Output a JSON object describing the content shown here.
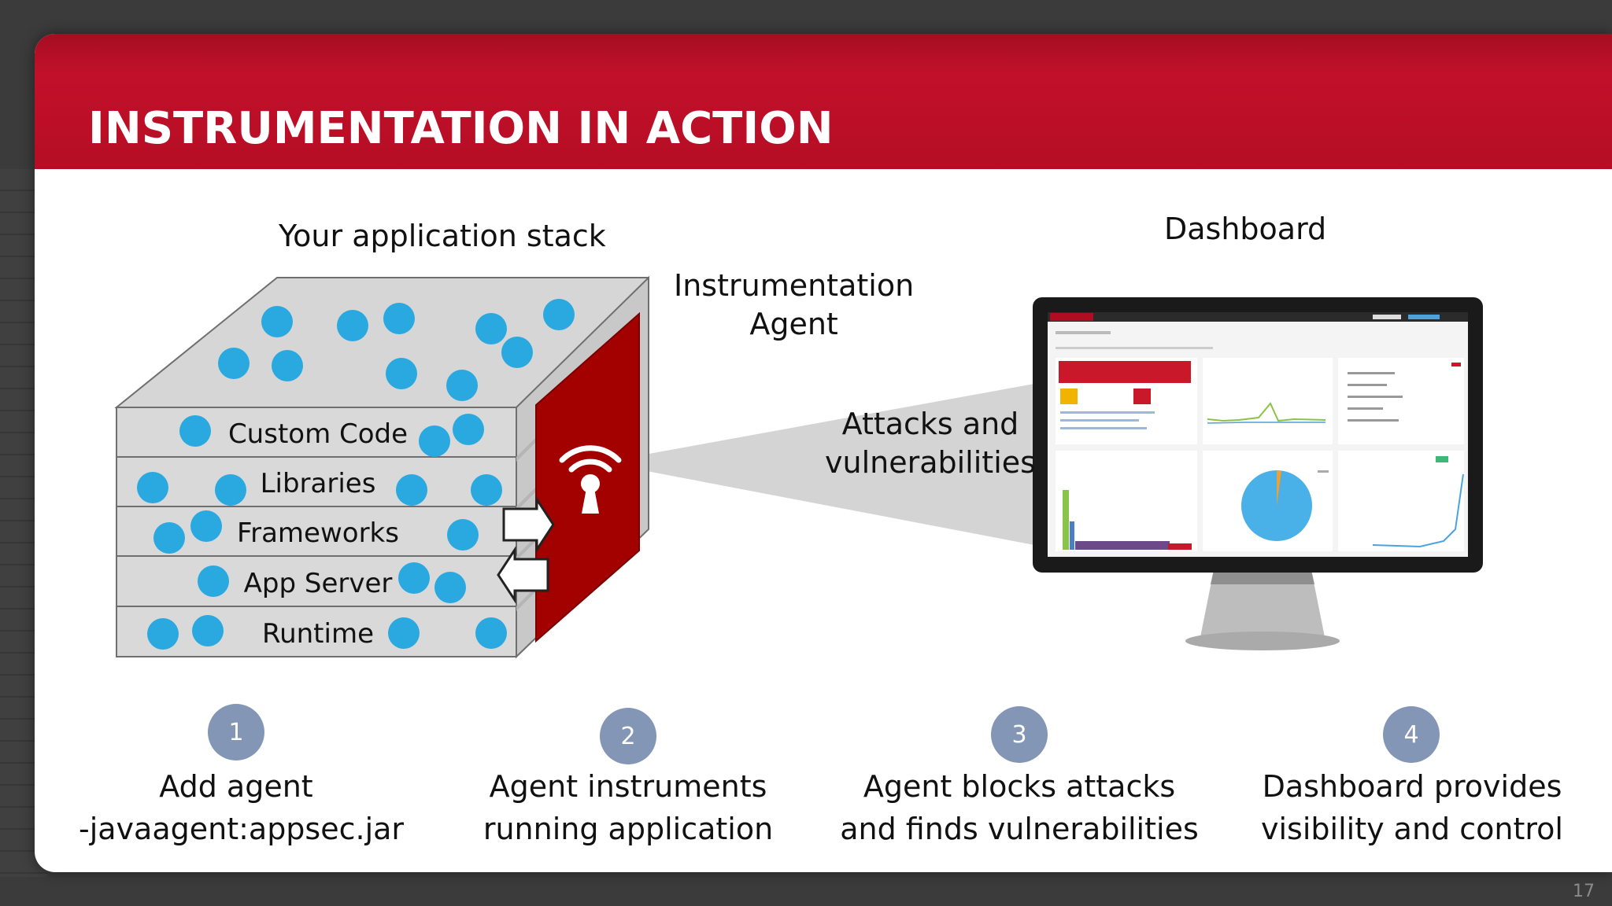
{
  "slide": {
    "title": "INSTRUMENTATION IN ACTION",
    "page_number": "17"
  },
  "diagram": {
    "stack_title": "Your application stack",
    "agent_label": "Instrumentation\nAgent",
    "attacks_label": "Attacks and\nvulnerabilities",
    "dashboard_title": "Dashboard",
    "layers": [
      "Custom Code",
      "Libraries",
      "Frameworks",
      "App Server",
      "Runtime"
    ],
    "colors": {
      "banner": "#b50e24",
      "agent_panel": "#a30000",
      "dot": "#2aa8e0",
      "cube_face": "#d9d9d9",
      "step_circle": "#8496b5"
    },
    "icons": [
      "wifi-keyhole-icon",
      "arrow-right-icon",
      "arrow-left-icon",
      "monitor-icon"
    ]
  },
  "steps": [
    {
      "number": "1",
      "line1": "Add agent",
      "line2": "-javaagent:appsec.jar"
    },
    {
      "number": "2",
      "line1": "Agent instruments",
      "line2": "running application"
    },
    {
      "number": "3",
      "line1": "Agent blocks attacks",
      "line2": "and finds vulnerabilities"
    },
    {
      "number": "4",
      "line1": "Dashboard provides",
      "line2": "visibility and control"
    }
  ]
}
